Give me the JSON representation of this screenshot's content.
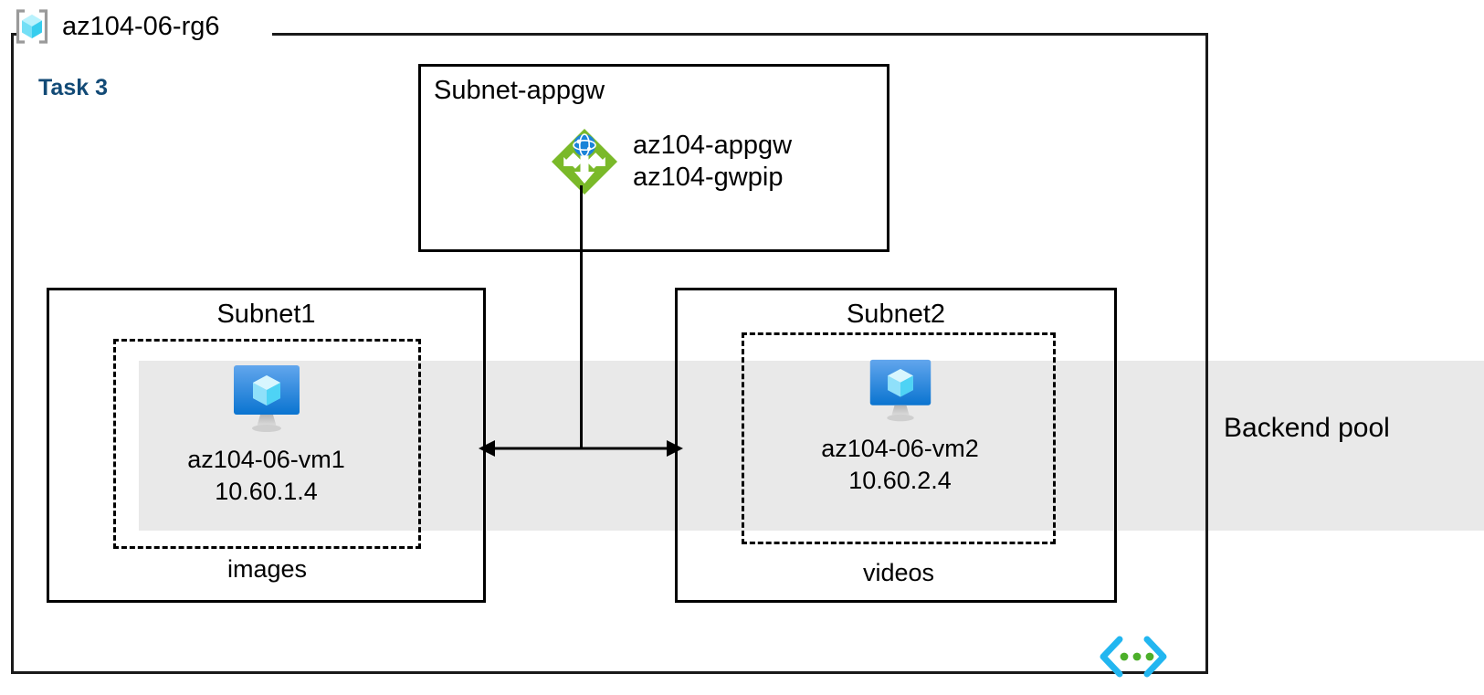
{
  "diagram": {
    "type": "azure-architecture",
    "resource_group": {
      "name": "az104-06-rg6",
      "icon": "resource-group-icon"
    },
    "task_label": "Task 3",
    "backend_pool": {
      "label": "Backend pool",
      "band_color": "#e9e9e9"
    },
    "subnets": [
      {
        "id": "subnet-appgw",
        "title": "Subnet-appgw",
        "title_align": "left",
        "resources": [
          {
            "icon": "application-gateway-icon",
            "names": [
              "az104-appgw",
              "az104-gwpip"
            ]
          }
        ]
      },
      {
        "id": "subnet1",
        "title": "Subnet1",
        "title_align": "center",
        "vm": {
          "icon": "virtual-machine-icon",
          "name": "az104-06-vm1",
          "ip": "10.60.1.4"
        },
        "storage_label": "images"
      },
      {
        "id": "subnet2",
        "title": "Subnet2",
        "title_align": "center",
        "vm": {
          "icon": "virtual-machine-icon",
          "name": "az104-06-vm2",
          "ip": "10.60.2.4"
        },
        "storage_label": "videos"
      }
    ],
    "connectors": [
      {
        "id": "appgw-to-subnets",
        "style": "solid-line",
        "from": "application-gateway-icon",
        "to": "subnet-link-arrow"
      },
      {
        "id": "subnet1-subnet2-arrow",
        "style": "double-headed-arrow"
      }
    ],
    "footer_icon": "vnet-code-icon",
    "colors": {
      "border": "#000000",
      "task_text": "#124a76",
      "appgw_green": "#7ab929",
      "vm_blue": "#0a78d4",
      "vnet_cyan": "#22b6f0",
      "vnet_green": "#4caf2a",
      "rg_icon_cyan": "#49d3f0",
      "rg_bracket_gray": "#9a9a9a"
    }
  }
}
